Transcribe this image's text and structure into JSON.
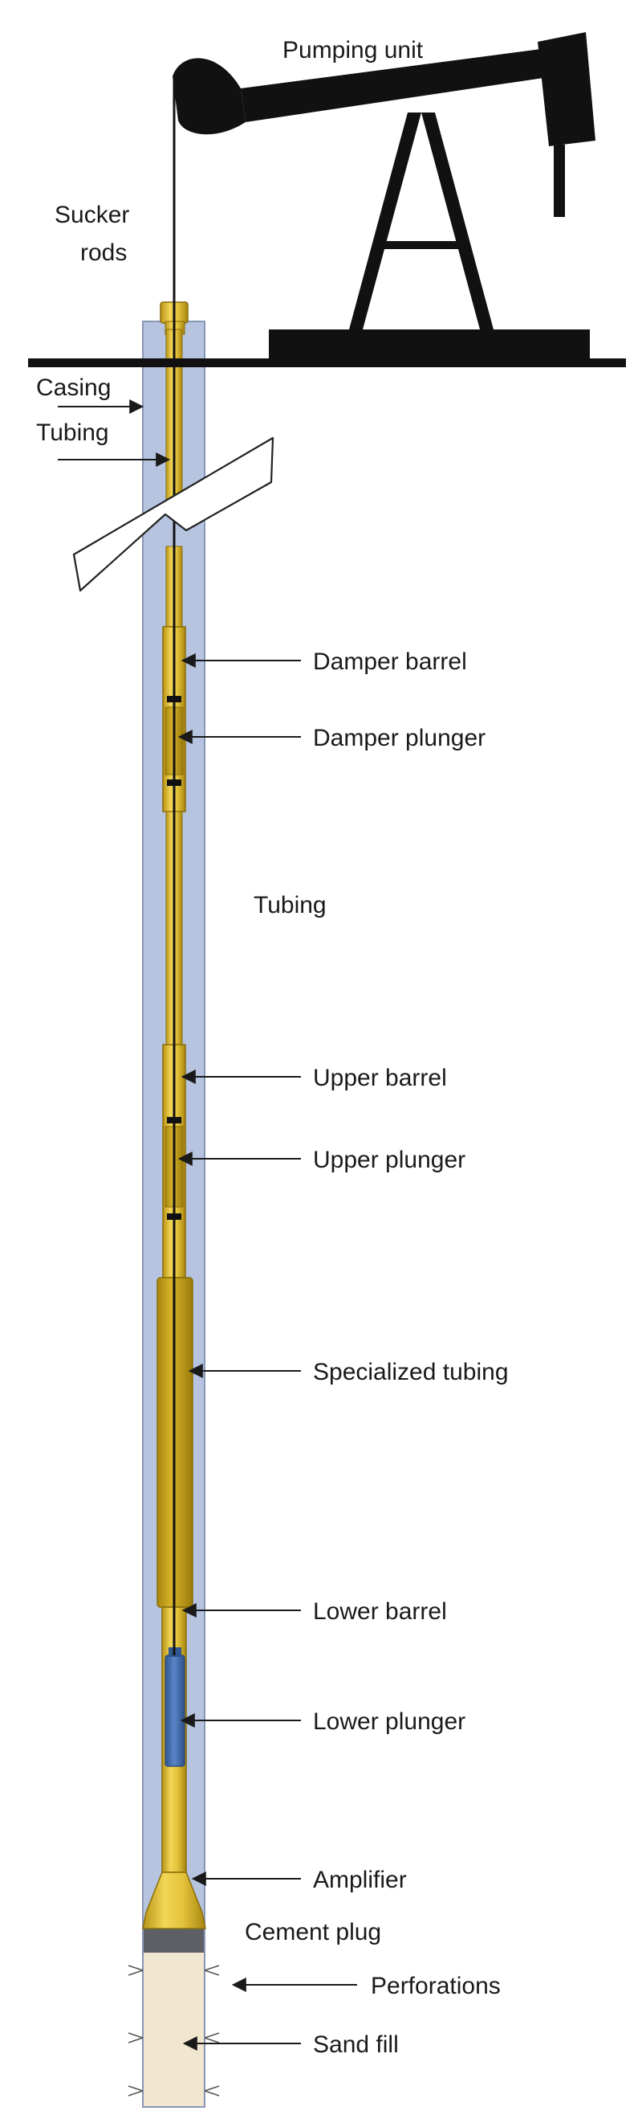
{
  "labels": {
    "pumping_unit": "Pumping unit",
    "sucker_rods_line1": "Sucker",
    "sucker_rods_line2": "rods",
    "casing": "Casing",
    "tubing_top": "Tubing",
    "damper_barrel": "Damper barrel",
    "damper_plunger": "Damper plunger",
    "tubing_mid": "Tubing",
    "upper_barrel": "Upper barrel",
    "upper_plunger": "Upper plunger",
    "specialized_tubing": "Specialized tubing",
    "lower_barrel": "Lower barrel",
    "lower_plunger": "Lower plunger",
    "amplifier": "Amplifier",
    "cement_plug": "Cement plug",
    "perforations": "Perforations",
    "sand_fill": "Sand fill"
  },
  "colors": {
    "casing_fill": "#b7c4e0",
    "tubing_gold": "#e3c13a",
    "tubing_gold_dark": "#b99416",
    "pump_unit": "#111111",
    "lower_plunger": "#3e6fb3",
    "cement": "#5e5e66",
    "sand": "#f1e6cf"
  },
  "icons": {
    "pumping_unit": "pumpjack-icon",
    "arrow": "arrow-left-icon"
  }
}
